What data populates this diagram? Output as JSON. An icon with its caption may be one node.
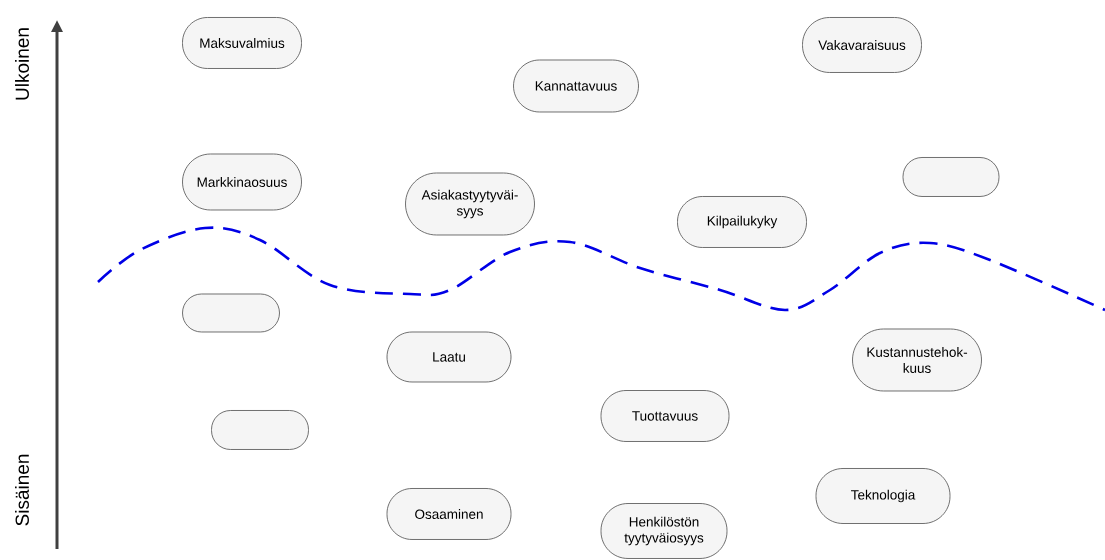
{
  "diagram": {
    "nodes": [
      {
        "text": [
          "Maksuvalmius"
        ]
      },
      {
        "text": [
          "Vakavaraisuus"
        ]
      },
      {
        "text": [
          "Kannattavuus"
        ]
      },
      {
        "text": [
          "Markkinaosuus"
        ]
      },
      {
        "text": [],
        "shape": "box"
      },
      {
        "text": [
          "Asiakastyytyväi- syys"
        ]
      },
      {
        "text": [
          "Kilpailukyky"
        ]
      },
      {
        "text": [],
        "shape": "box"
      },
      {
        "text": [
          "Laatu"
        ]
      },
      {
        "text": [
          "Kustannustehok- kuus"
        ]
      },
      {
        "text": [],
        "shape": "box"
      },
      {
        "text": [
          "Tuottavuus"
        ]
      },
      {
        "text": [
          "Teknologia"
        ]
      },
      {
        "text": [
          "Osaaminen"
        ]
      },
      {
        "text": [
          "Henkilöstön tyytyväiosyys"
        ]
      }
    ],
    "labels": [
      "Ulkoinen",
      "Sisäinen"
    ]
  }
}
